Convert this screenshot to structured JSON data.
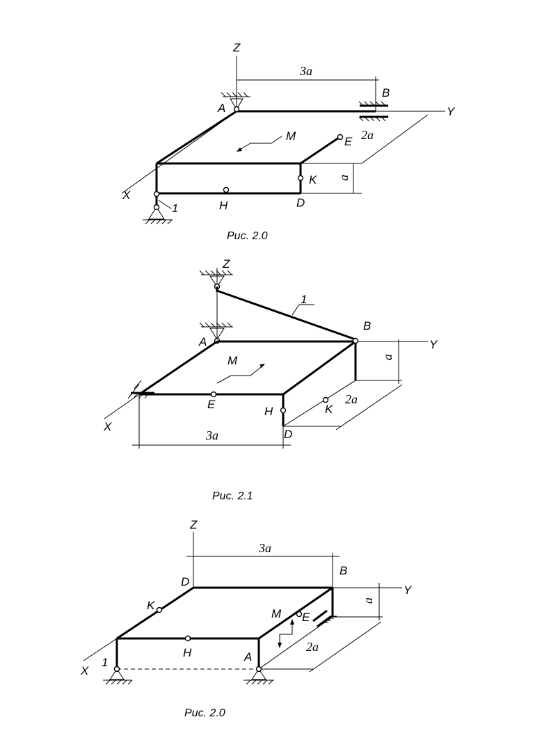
{
  "fig1": {
    "caption": "Рис. 2.0",
    "labels": {
      "Z": "Z",
      "Y": "Y",
      "X": "X",
      "A": "A",
      "B": "B",
      "E": "E",
      "M": "M",
      "K": "K",
      "H": "H",
      "D": "D",
      "rod": "1"
    },
    "dims": {
      "top": "3a",
      "right": "2a",
      "height": "a"
    }
  },
  "fig2": {
    "caption": "Рис. 2.1",
    "labels": {
      "Z": "Z",
      "Y": "Y",
      "X": "X",
      "A": "A",
      "B": "B",
      "E": "E",
      "M": "M",
      "K": "K",
      "H": "H",
      "D": "D",
      "rod": "1"
    },
    "dims": {
      "bottom": "3a",
      "right": "2a",
      "height": "a"
    }
  },
  "fig3": {
    "caption": "Рис. 2.0",
    "labels": {
      "Z": "Z",
      "Y": "Y",
      "X": "X",
      "A": "A",
      "B": "B",
      "E": "E",
      "M": "M",
      "K": "K",
      "H": "H",
      "D": "D",
      "rod": "1"
    },
    "dims": {
      "top": "3a",
      "right": "2a",
      "height": "a"
    }
  }
}
